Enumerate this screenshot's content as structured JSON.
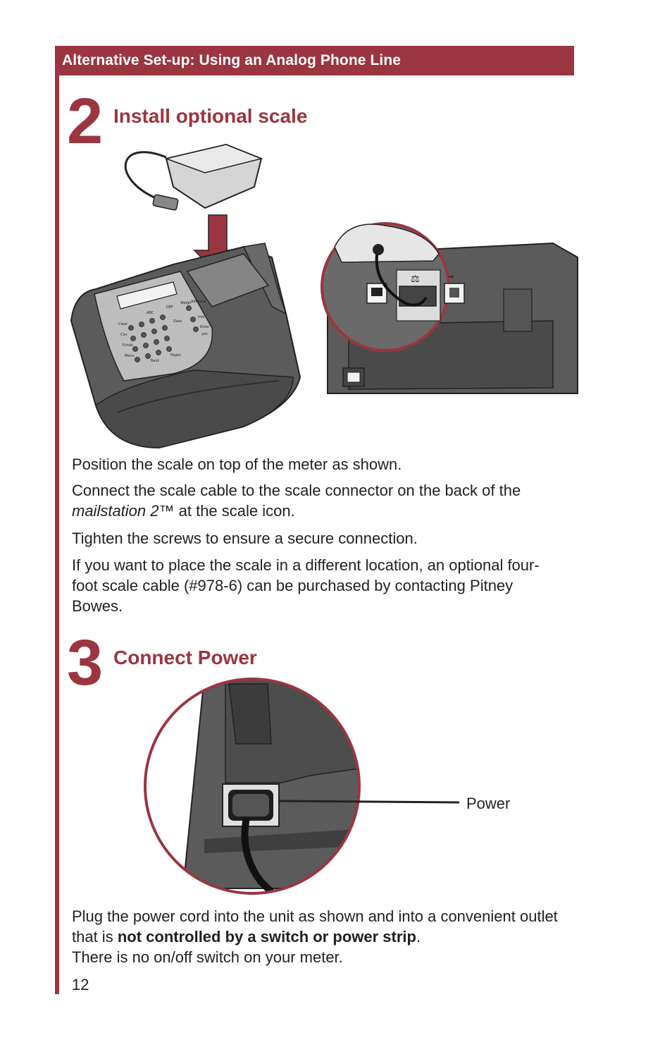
{
  "header": {
    "title": "Alternative Set-up: Using an Analog Phone Line"
  },
  "step2": {
    "number": "2",
    "title": "Install optional scale",
    "paragraphs": {
      "p1": "Position the scale on top of the meter as shown.",
      "p2_part1": "Connect the scale cable to the scale connector on the back of the",
      "p2_italic": "mailstation 2",
      "p2_part2": "™ at the scale icon.",
      "p3": "Tighten the screws to ensure a secure connection.",
      "p4": "If you want to place the scale in a different location, an optional four-foot scale cable (#978-6) can be purchased by contacting Pitney Bowes."
    },
    "keypad_labels": [
      "Clear",
      "Clrs",
      "Funds",
      "Menu",
      "ABC",
      "DEF",
      "Weigh",
      "Advance",
      "Date",
      "Info",
      "Enter",
      "yes",
      "Back",
      "Pages"
    ]
  },
  "step3": {
    "number": "3",
    "title": "Connect Power",
    "callout_label": "Power",
    "paragraph_part1": "Plug the power cord into the unit as shown and into a convenient outlet that is",
    "paragraph_bold": "not controlled by a switch or power strip",
    "paragraph_part2": ".",
    "paragraph_line2": "There is no on/off switch on your meter."
  },
  "footer": {
    "page_number": "12"
  },
  "colors": {
    "accent": "#9b3540",
    "device_dark": "#5b5b5b",
    "device_light": "#bdbdbd"
  },
  "icons": [
    "scale-icon",
    "usb-icon",
    "arrow-down-icon"
  ]
}
